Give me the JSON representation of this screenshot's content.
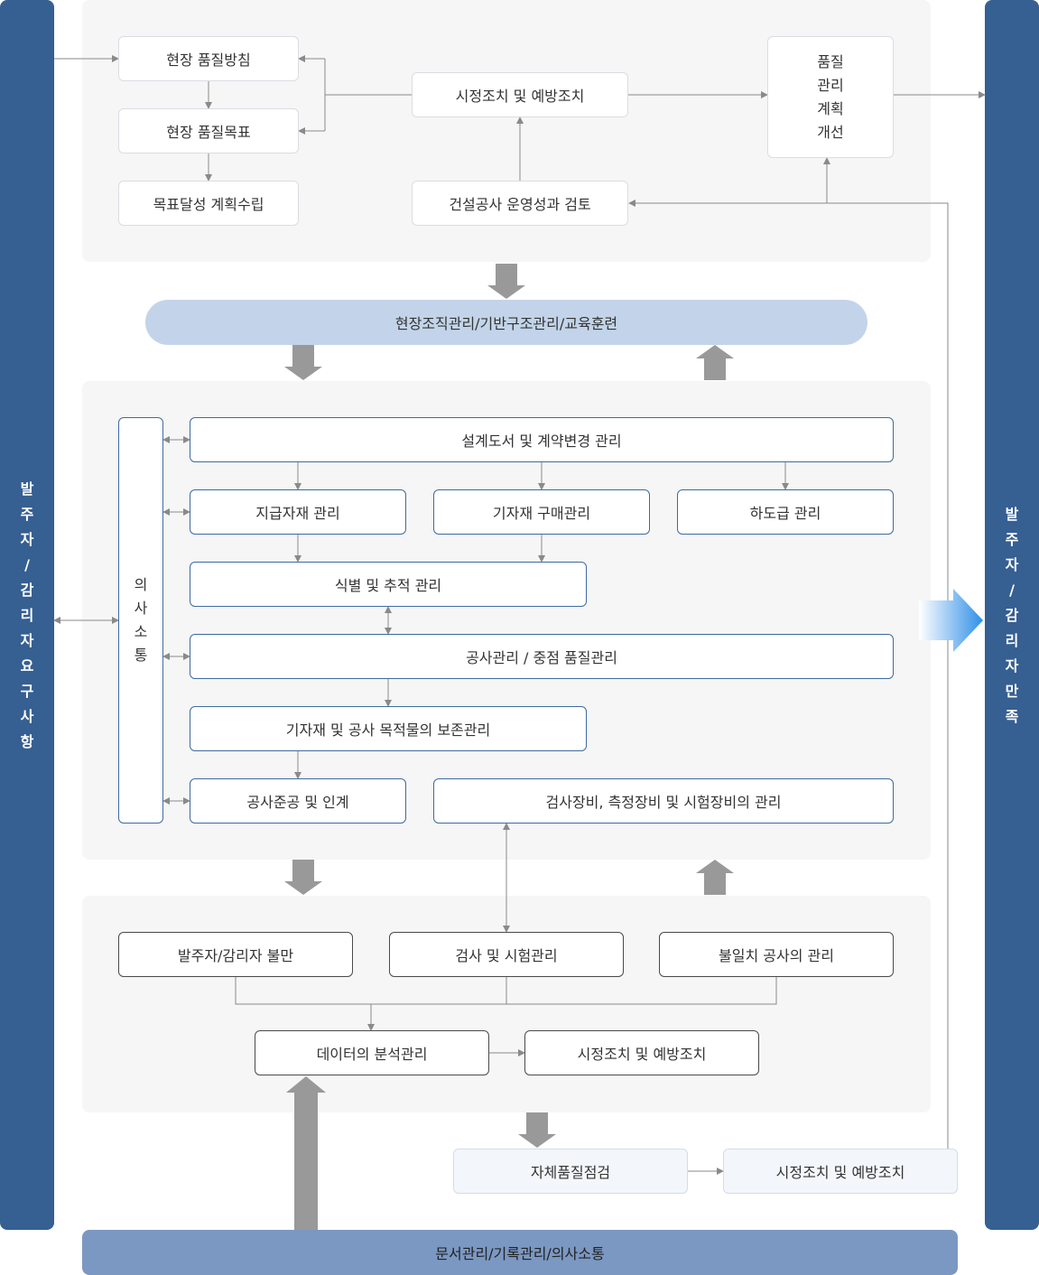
{
  "left_sidebar": {
    "chars": [
      "발",
      "주",
      "자",
      "/",
      "감",
      "리",
      "자",
      "요",
      "구",
      "사",
      "항"
    ]
  },
  "right_sidebar": {
    "chars": [
      "발",
      "주",
      "자",
      "/",
      "감",
      "리",
      "자",
      "만",
      "족"
    ]
  },
  "top": {
    "policy": "현장 품질방침",
    "goal": "현장 품질목표",
    "plan": "목표달성 계획수립",
    "corrective": "시정조치 및 예방조치",
    "review": "건설공사 운영성과 검토",
    "improve_lines": [
      "품질",
      "관리",
      "계획",
      "개선"
    ]
  },
  "org_bar": "현장조직관리/기반구조관리/교육훈련",
  "middle": {
    "comm_chars": [
      "의",
      "사",
      "소",
      "통"
    ],
    "design": "설계도서 및 계약변경 관리",
    "supplied": "지급자재 관리",
    "purchase": "기자재 구매관리",
    "subcontract": "하도급 관리",
    "identify": "식별 및 추적 관리",
    "construction": "공사관리 / 중점 품질관리",
    "preserve": "기자재 및 공사 목적물의 보존관리",
    "completion": "공사준공 및 인계",
    "equipment": "검사장비, 측정장비 및 시험장비의 관리"
  },
  "lower": {
    "complaint": "발주자/감리자 불만",
    "inspection": "검사 및 시험관리",
    "nonconform": "불일치 공사의 관리",
    "data": "데이터의 분석관리",
    "corrective": "시정조치 및 예방조치"
  },
  "bottom_row": {
    "self_check": "자체품질점검",
    "corrective": "시정조치 및 예방조치"
  },
  "doc_bar": "문서관리/기록관리/의사소통",
  "colors": {
    "sidebar": "#365f92",
    "panel": "#f6f6f6",
    "box_border_blue": "#3f6aa0",
    "pill": "#c3d4ea",
    "doc_bar": "#7b98c3",
    "arrow": "#999999"
  }
}
